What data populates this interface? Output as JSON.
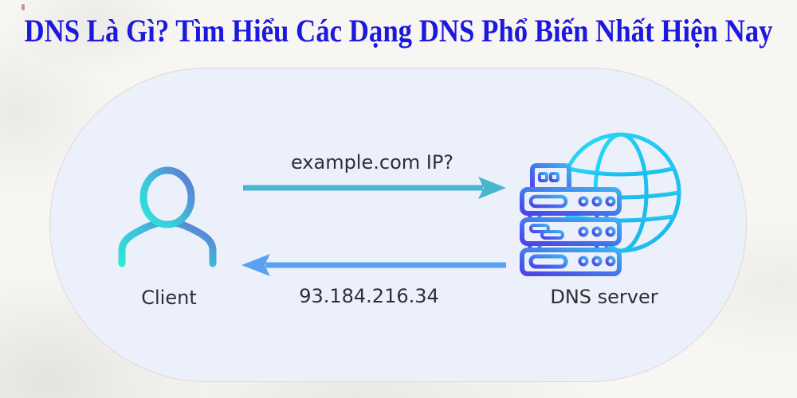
{
  "title": {
    "text": "DNS Là Gì? Tìm Hiểu Các Dạng DNS Phổ Biến Nhất Hiện Nay"
  },
  "panel": {
    "query_label": "example.com IP?",
    "response_label": "93.184.216.34",
    "client_label": "Client",
    "server_label": "DNS server"
  },
  "colors": {
    "title_text": "#1d18dd",
    "page_background": "#f7f6f3",
    "panel_background": "#ecf0fa",
    "query_arrow": "#48b6cc",
    "response_arrow": "#59a1f3",
    "globe_stroke": "#25cdf2",
    "client_icon_gradient": [
      "#2ee8d8",
      "#3ec0dc",
      "#5e7bd2"
    ],
    "server_icon_gradient": [
      "#4b42e8",
      "#3fb0f2"
    ],
    "label_text": "#2e2e36"
  },
  "icons": {
    "client": "person-outline-icon",
    "server": "server-rack-icon",
    "globe": "globe-wireframe-icon",
    "query": "arrow-right-icon",
    "response": "arrow-left-icon"
  }
}
